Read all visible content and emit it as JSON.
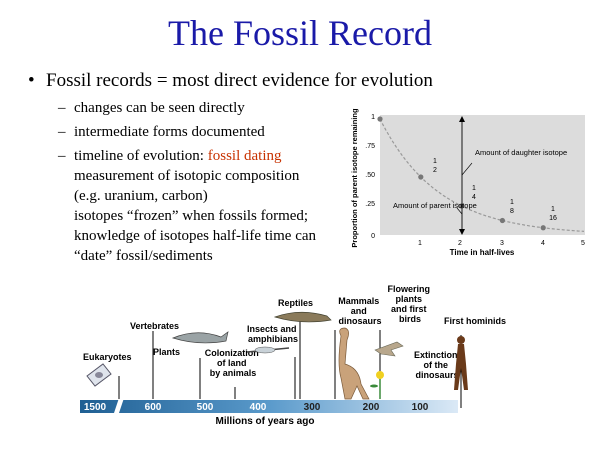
{
  "slide": {
    "title": "The Fossil Record",
    "bullet": "Fossil records = most direct evidence for evolution",
    "subs": [
      "changes can be seen directly",
      "intermediate forms documented"
    ],
    "timeline_line_prefix": "timeline of evolution: ",
    "timeline_line_red": "fossil dating",
    "cont_lines": [
      "measurement of isotopic composition",
      "(e.g. uranium, carbon)",
      "isotopes “frozen” when fossils formed;",
      "knowledge of isotopes half-life time can",
      "“date” fossil/sediments"
    ]
  },
  "decay_graph": {
    "ylabel": "Proportion of parent isotope remaining",
    "xlabel": "Time in half-lives",
    "yticks": [
      "1",
      ".75",
      ".50",
      ".25",
      "0"
    ],
    "xticks": [
      "1",
      "2",
      "3",
      "4",
      "5"
    ],
    "label_daughter": "Amount of daughter isotope",
    "label_parent": "Amount of parent isotope",
    "fractions": [
      {
        "num": "1",
        "den": "2"
      },
      {
        "num": "1",
        "den": "4"
      },
      {
        "num": "1",
        "den": "8"
      },
      {
        "num": "1",
        "den": "16"
      }
    ],
    "points": [
      {
        "t": 0,
        "p": 1
      },
      {
        "t": 1,
        "p": 0.5
      },
      {
        "t": 2,
        "p": 0.25
      },
      {
        "t": 3,
        "p": 0.125
      },
      {
        "t": 4,
        "p": 0.0625
      }
    ]
  },
  "timeline": {
    "axis_label": "Millions of years ago",
    "ticks": [
      "1500",
      "600",
      "500",
      "400",
      "300",
      "200",
      "100"
    ],
    "events": [
      "Eukaryotes",
      "Vertebrates",
      "Plants",
      "Colonization of land by animals",
      "Insects and amphibians",
      "Reptiles",
      "Mammals and dinosaurs",
      "Flowering plants and first birds",
      "First hominids",
      "Extinction of the dinosaurs"
    ]
  }
}
